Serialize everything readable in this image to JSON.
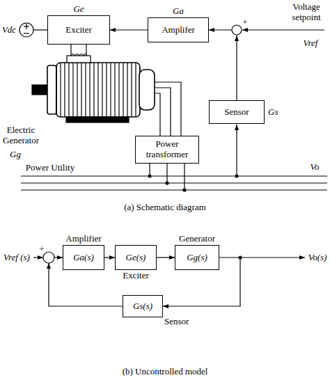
{
  "diagram": {
    "nodes": [
      {
        "text": [
          "Ge",
          "Exciter"
        ]
      },
      {
        "text": [
          "Ga",
          "Amplifer"
        ]
      },
      {
        "text": [
          "Sensor",
          "Gs"
        ]
      },
      {
        "text": [
          "Power transformer"
        ]
      },
      {
        "text": [
          "Amplifier",
          "Ga(s)"
        ]
      },
      {
        "text": [
          "Ge(s)",
          "Exciter"
        ]
      },
      {
        "text": [
          "Generator",
          "Gg(s)"
        ]
      },
      {
        "text": [
          "Gs(s)",
          "Sensor"
        ]
      }
    ],
    "edges": [
      {
        "from": 1,
        "to": 0,
        "arrow": "to"
      },
      {
        "from": 4,
        "to": 5,
        "arrow": "to"
      },
      {
        "from": 5,
        "to": 6,
        "arrow": "to"
      },
      {
        "from": 6,
        "to": 7,
        "arrow": "to"
      }
    ],
    "labels": [
      "Voltage setpoint",
      "Vref",
      "Vdc",
      "Electric Generator",
      "Gg",
      "Power Utility",
      "Vo",
      "(a) Schematic diagram",
      "Vref (s)",
      "Vo(s)",
      "(b) Uncontrolled model",
      "+",
      "+"
    ]
  }
}
